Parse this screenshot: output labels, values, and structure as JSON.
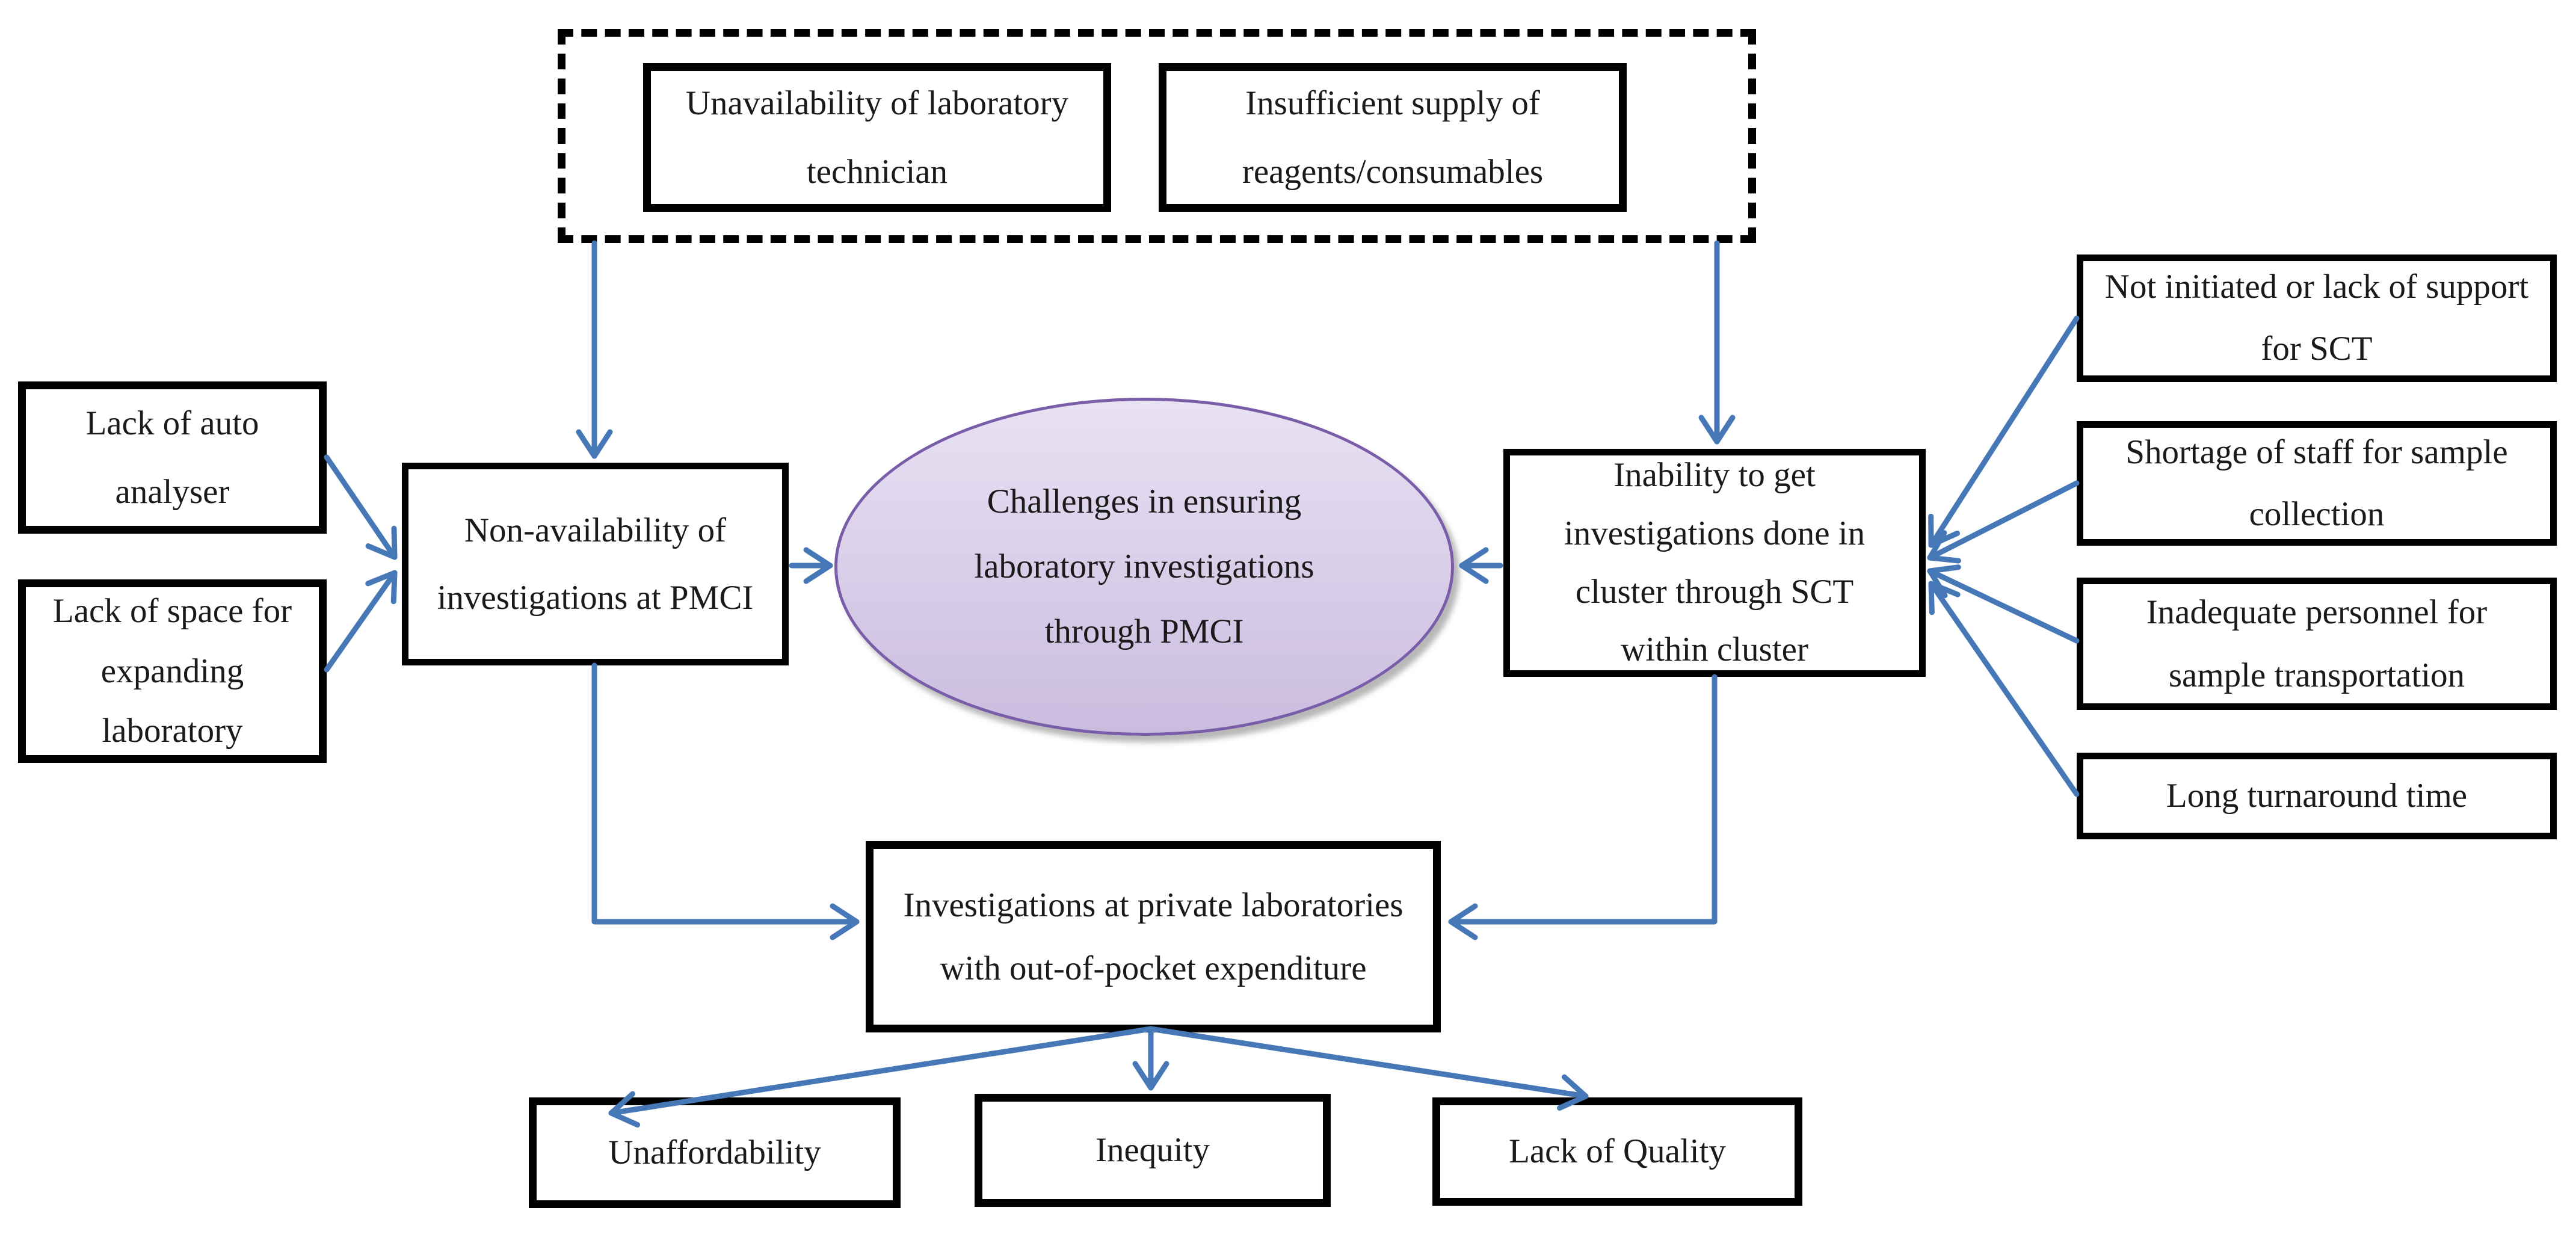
{
  "diagram": {
    "title": "Challenges in ensuring laboratory investigations through PMCI",
    "top_group": {
      "boxes": [
        {
          "label": "Unavailability of laboratory technician"
        },
        {
          "label": "Insufficient supply of reagents/consumables"
        }
      ]
    },
    "left_causes": [
      {
        "label": "Lack of auto analyser"
      },
      {
        "label": "Lack of space for expanding laboratory"
      }
    ],
    "left_problem": {
      "label": "Non-availability of investigations at PMCI"
    },
    "central_challenge": {
      "label": "Challenges in ensuring laboratory investigations through PMCI"
    },
    "right_problem": {
      "label": "Inability to get investigations done in cluster through SCT within cluster"
    },
    "right_causes": [
      {
        "label": "Not initiated or lack of support for SCT"
      },
      {
        "label": "Shortage of staff for sample collection"
      },
      {
        "label": "Inadequate personnel for sample transportation"
      },
      {
        "label": "Long turnaround time"
      }
    ],
    "consequence": {
      "label": "Investigations at private laboratories with out-of-pocket expenditure"
    },
    "outcomes": [
      {
        "label": "Unaffordability"
      },
      {
        "label": "Inequity"
      },
      {
        "label": "Lack of Quality"
      }
    ],
    "colors": {
      "arrow": "#4678b8",
      "box_border": "#000000",
      "ellipse_border": "#7a5da8",
      "ellipse_fill_top": "#e8e2f3",
      "ellipse_fill_bottom": "#cabcdf"
    }
  }
}
